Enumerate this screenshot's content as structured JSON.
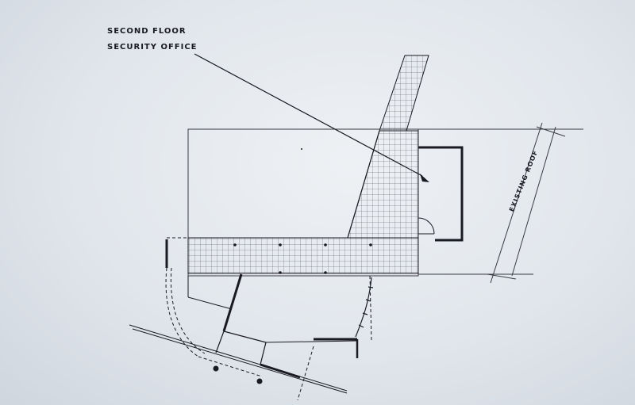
{
  "labels": {
    "line1": "SECOND FLOOR",
    "line2": "SECURITY OFFICE",
    "existing_roof": "EXISTING ROOF"
  },
  "colors": {
    "ink": "#1a1a22",
    "fine_line": "#3a3a44",
    "paper": "#e4e8ee"
  }
}
